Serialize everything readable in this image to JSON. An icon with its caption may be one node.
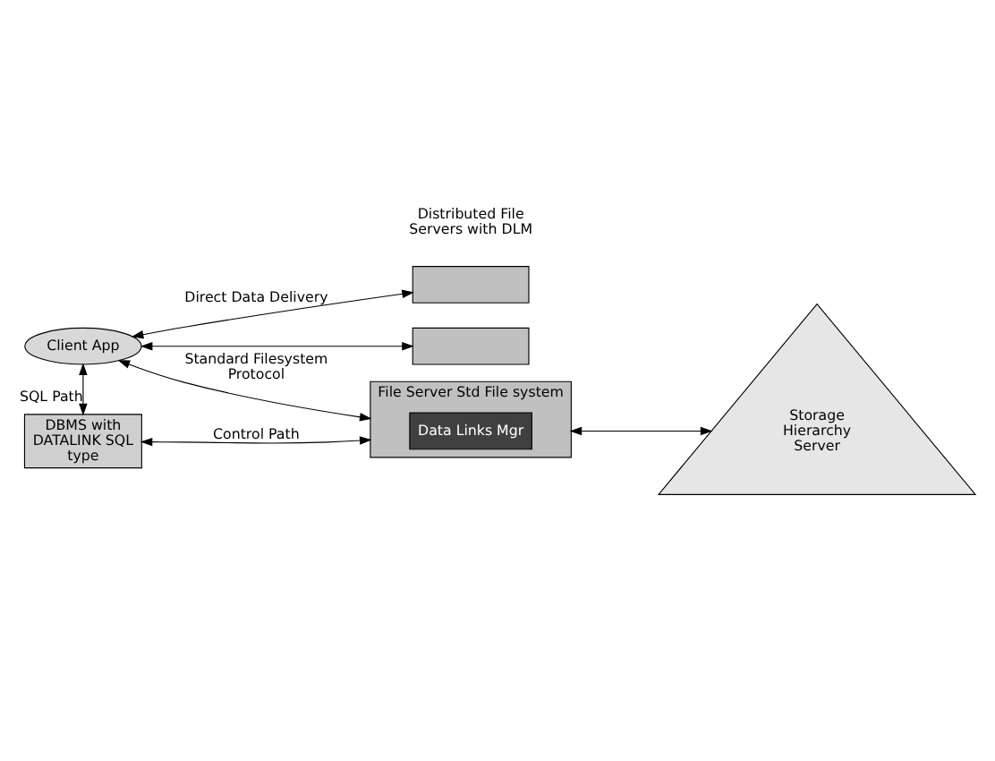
{
  "diagram": {
    "nodes": [
      {
        "text": [
          "Client App"
        ]
      },
      {
        "text": [
          "DBMS with DATALINK SQL type"
        ]
      },
      {
        "text": [],
        "shape": "box"
      },
      {
        "text": [],
        "shape": "box"
      },
      {
        "text": [
          "File Server Std File system"
        ]
      },
      {
        "text": [
          "Data Links Mgr"
        ],
        "in": 4
      },
      {
        "text": [
          "Storage Hierarchy Server"
        ]
      }
    ],
    "edges": [
      {
        "from": 0,
        "to": 2,
        "arrow": "both",
        "label": "Direct Data Delivery"
      },
      {
        "from": 0,
        "to": 3,
        "arrow": "both"
      },
      {
        "from": 0,
        "to": 4,
        "arrow": "both",
        "label": "Standard Filesystem Protocol"
      },
      {
        "from": 0,
        "to": 1,
        "arrow": "both",
        "label": "SQL Path"
      },
      {
        "from": 1,
        "to": 4,
        "arrow": "both",
        "label": "Control Path"
      },
      {
        "from": 4,
        "to": 6,
        "arrow": "both"
      }
    ],
    "labels": [
      "Distributed File Servers with DLM"
    ]
  }
}
